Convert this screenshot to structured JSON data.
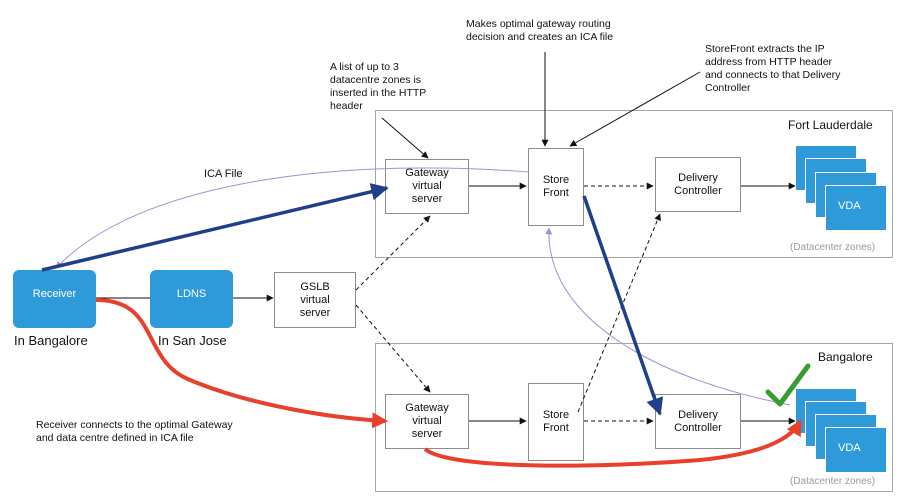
{
  "annotations": {
    "routing": "Makes optimal gateway routing\ndecision and creates an ICA file",
    "zones_list": "A list of up to 3\ndatacentre zones is\ninserted in the HTTP\nheader",
    "storefront": "StoreFront extracts the IP\naddress from HTTP header\nand connects to that Delivery\nController",
    "ica_file": "ICA File",
    "receiver_connects": "Receiver connects to the optimal Gateway\nand data centre defined in ICA file"
  },
  "regions": {
    "fort_lauderdale": {
      "title": "Fort Lauderdale",
      "note": "(Datacenter zones)"
    },
    "bangalore": {
      "title": "Bangalore",
      "note": "(Datacenter zones)"
    }
  },
  "nodes": {
    "receiver": {
      "label": "Receiver",
      "under": "In Bangalore"
    },
    "ldns": {
      "label": "LDNS",
      "under": "In San Jose"
    },
    "gslb": {
      "label": "GSLB\nvirtual\nserver"
    },
    "gateway_fl": {
      "label": "Gateway\nvirtual\nserver"
    },
    "storefront_fl": {
      "label": "Store\nFront"
    },
    "dc_fl": {
      "label": "Delivery\nController"
    },
    "vda_fl": {
      "label": "VDA"
    },
    "gateway_bl": {
      "label": "Gateway\nvirtual\nserver"
    },
    "storefront_bl": {
      "label": "Store\nFront"
    },
    "dc_bl": {
      "label": "Delivery\nController"
    },
    "vda_bl": {
      "label": "VDA"
    }
  },
  "colors": {
    "node_blue": "#2e9ad9",
    "arrow_dark_blue": "#1f3f8a",
    "arrow_red": "#e8402a",
    "arrow_purple": "#a48fd4",
    "check_green": "#3a9b2e",
    "region_border": "#a6a6a6"
  }
}
